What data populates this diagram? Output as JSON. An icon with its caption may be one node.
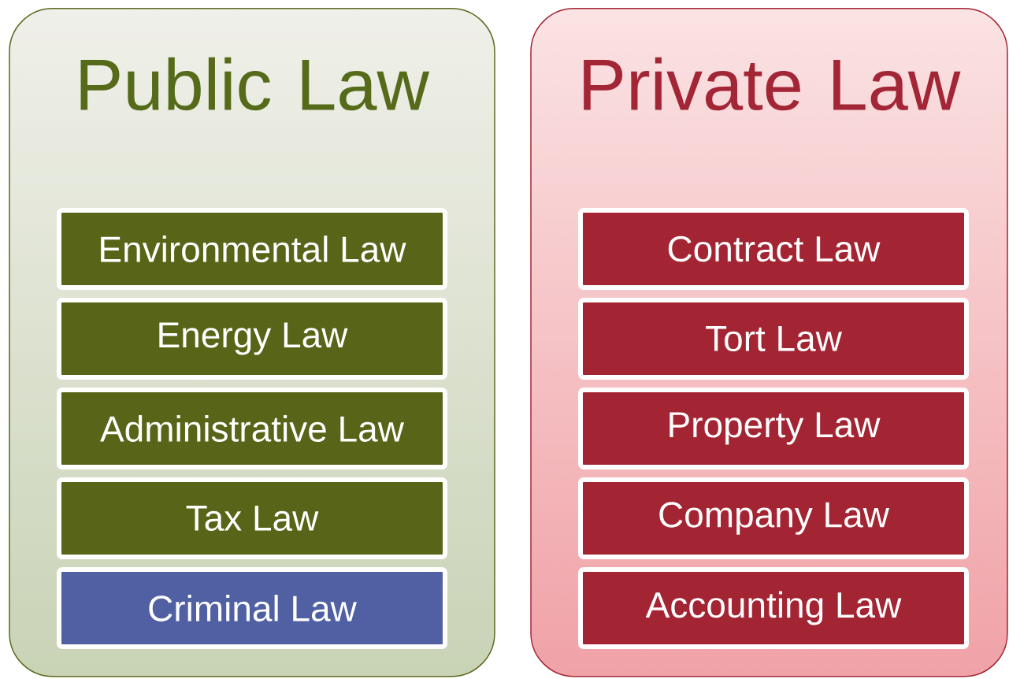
{
  "diagram": {
    "nodes": [
      {
        "text": [
          "Public Law"
        ]
      },
      {
        "text": [
          "Environmental Law"
        ],
        "in": 0
      },
      {
        "text": [
          "Energy Law"
        ],
        "in": 0
      },
      {
        "text": [
          "Administrative Law"
        ],
        "in": 0
      },
      {
        "text": [
          "Tax Law"
        ],
        "in": 0
      },
      {
        "text": [
          "Criminal Law"
        ],
        "in": 0
      },
      {
        "text": [
          "Private Law"
        ]
      },
      {
        "text": [
          "Contract Law"
        ],
        "in": 6
      },
      {
        "text": [
          "Tort Law"
        ],
        "in": 6
      },
      {
        "text": [
          "Property Law"
        ],
        "in": 6
      },
      {
        "text": [
          "Company Law"
        ],
        "in": 6
      },
      {
        "text": [
          "Accounting Law"
        ],
        "in": 6
      }
    ]
  }
}
